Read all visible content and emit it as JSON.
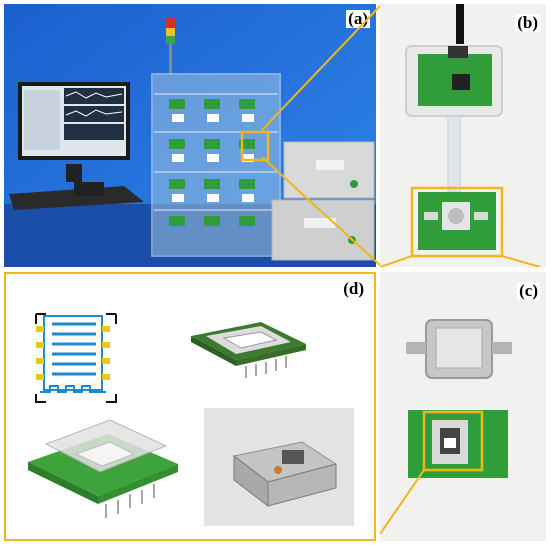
{
  "panels": {
    "a": {
      "label": "(a)"
    },
    "b": {
      "label": "(b)"
    },
    "c": {
      "label": "(c)"
    },
    "d": {
      "label": "(d)"
    }
  },
  "colors": {
    "highlight": "#f2b51c",
    "wall": "#1f6fd6",
    "pcb": "#2f9e3a",
    "metal": "#b8b8b8"
  }
}
